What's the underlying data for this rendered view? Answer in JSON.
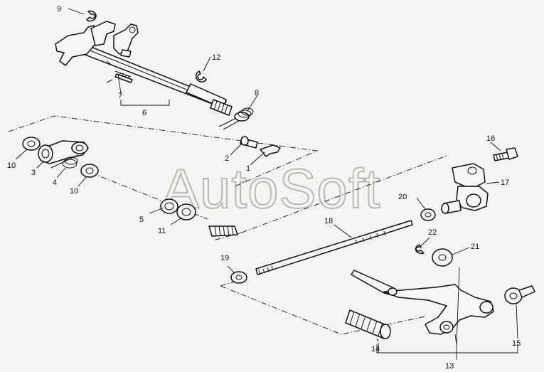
{
  "watermark": "AutoSoft",
  "callouts": {
    "n1": "1",
    "n2": "2",
    "n3": "3",
    "n4": "4",
    "n5": "5",
    "n6": "6",
    "n7": "7",
    "n8": "8",
    "n9": "9",
    "n10a": "10",
    "n10b": "10",
    "n11": "11",
    "n12": "12",
    "n13": "13",
    "n14": "14",
    "n15": "15",
    "n16": "16",
    "n17": "17",
    "n18": "18",
    "n19": "19",
    "n20": "20",
    "n21": "21",
    "n22": "22"
  }
}
